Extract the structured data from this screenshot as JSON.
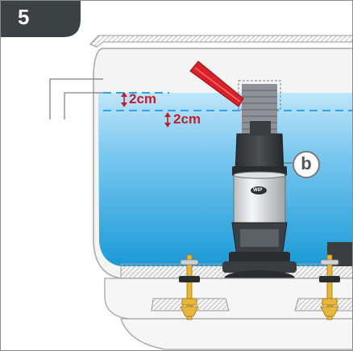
{
  "step": {
    "number": "5"
  },
  "dimensions": {
    "upper_gap": "2cm",
    "lower_gap": "2cm"
  },
  "callout": {
    "label": "b"
  },
  "brand": {
    "logo_text": "WIP"
  },
  "colors": {
    "badge": "#3c4144",
    "water_top": "#bfe6f8",
    "water_bottom": "#1a9ad6",
    "dashed_line": "#3aa0e0",
    "accent_red": "#c0202e",
    "lever_red": "#d8222a",
    "valve_body": "#3a3d40",
    "float_white": "#e8eaec",
    "bolt_brass": "#e8b73a"
  },
  "icons": {
    "arrow": "double-vertical-arrow-icon"
  }
}
